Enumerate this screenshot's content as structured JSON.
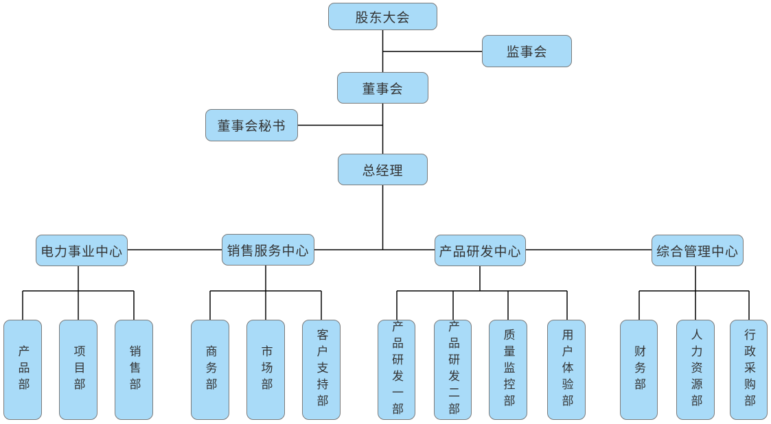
{
  "diagram": {
    "type": "org-chart",
    "colors": {
      "node_fill": "#a9dbf8",
      "node_border": "#7a7a7a",
      "connector": "#000000",
      "text": "#333333"
    },
    "nodes": {
      "shareholders_meeting": {
        "label": "股东大会"
      },
      "supervisory_board": {
        "label": "监事会"
      },
      "board_of_directors": {
        "label": "董事会"
      },
      "board_secretary": {
        "label": "董事会秘书"
      },
      "general_manager": {
        "label": "总经理"
      },
      "centers": [
        {
          "label": "电力事业中心",
          "departments": [
            "产品部",
            "项目部",
            "销售部"
          ]
        },
        {
          "label": "销售服务中心",
          "departments": [
            "商务部",
            "市场部",
            "客户支持部"
          ]
        },
        {
          "label": "产品研发中心",
          "departments": [
            "产品研发一部",
            "产品研发二部",
            "质量监控部",
            "用户体验部"
          ]
        },
        {
          "label": "综合管理中心",
          "departments": [
            "财务部",
            "人力资源部",
            "行政采购部"
          ]
        }
      ]
    }
  }
}
